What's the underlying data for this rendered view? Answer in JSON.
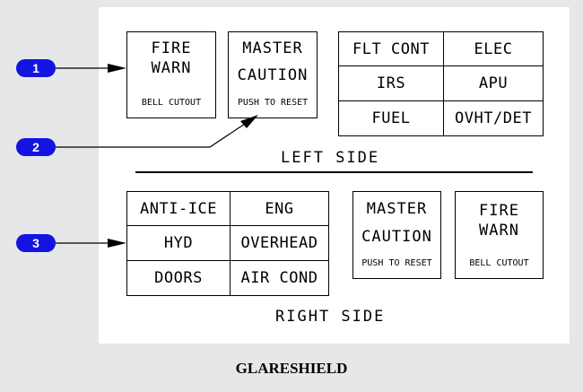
{
  "title": "GLARESHIELD",
  "left_side": {
    "label": "LEFT SIDE",
    "fire_warn": {
      "line1": "FIRE",
      "line2": "WARN",
      "sub": "BELL CUTOUT"
    },
    "master_caution": {
      "line1": "MASTER",
      "line2": "CAUTION",
      "sub": "PUSH TO RESET"
    },
    "annunciators": [
      "FLT CONT",
      "ELEC",
      "IRS",
      "APU",
      "FUEL",
      "OVHT/DET"
    ]
  },
  "right_side": {
    "label": "RIGHT SIDE",
    "annunciators": [
      "ANTI-ICE",
      "ENG",
      "HYD",
      "OVERHEAD",
      "DOORS",
      "AIR COND"
    ],
    "master_caution": {
      "line1": "MASTER",
      "line2": "CAUTION",
      "sub": "PUSH TO RESET"
    },
    "fire_warn": {
      "line1": "FIRE",
      "line2": "WARN",
      "sub": "BELL CUTOUT"
    }
  },
  "callouts": [
    "1",
    "2",
    "3"
  ],
  "colors": {
    "callout": "#1414e0",
    "background": "#e6e7e8",
    "panel": "#ffffff"
  }
}
